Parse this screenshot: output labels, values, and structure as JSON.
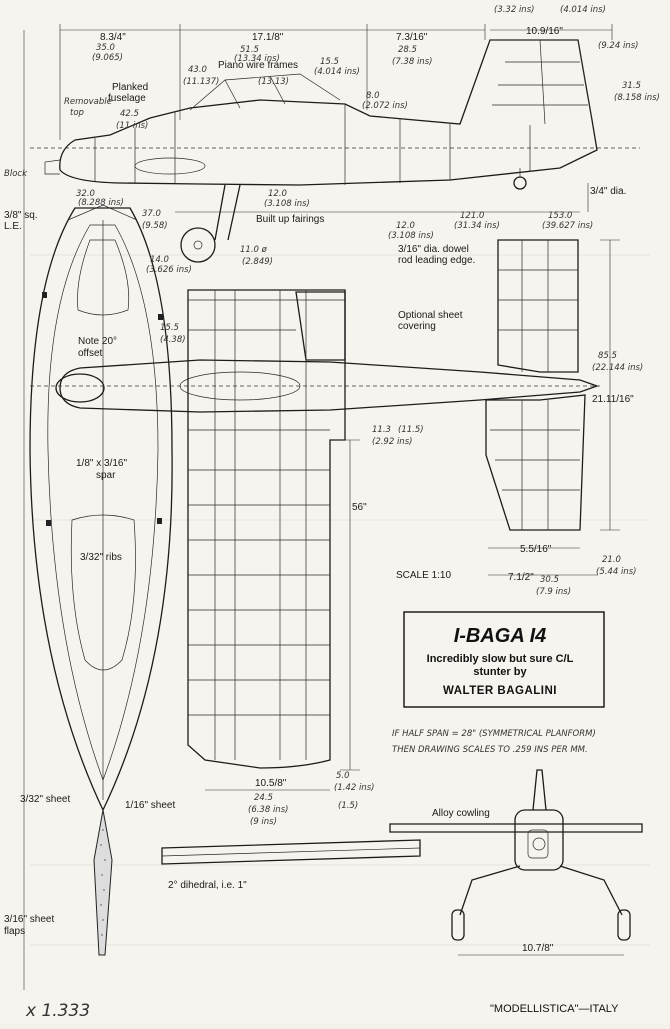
{
  "title": {
    "name": "I-BAGA I4",
    "subtitle_line1": "Incredibly slow but sure C/L",
    "subtitle_line2": "stunter by",
    "author": "WALTER BAGALINI"
  },
  "credit": "\"MODELLISTICA\"—ITALY",
  "scale": "SCALE 1:10",
  "annotations": {
    "planked_fuselage_1": "Planked",
    "planked_fuselage_2": "fuselage",
    "piano_wire_frames": "Piano wire frames",
    "built_up_fairings": "Built up fairings",
    "wheel_dia": "3/4\" dia.",
    "le_sq_1": "3/8\" sq.",
    "le_sq_2": "L.E.",
    "dowel_1": "3/16\" dia. dowel",
    "dowel_2": "rod leading edge.",
    "optional_sheet_1": "Optional sheet",
    "optional_sheet_2": "covering",
    "note_offset_1": "Note 20°",
    "note_offset_2": "offset",
    "spar_1": "1/8\" x 3/16\"",
    "spar_2": "spar",
    "ribs": "3/32\" ribs",
    "sheet_332": "3/32\" sheet",
    "sheet_116": "1/16\" sheet",
    "flaps_1": "3/16\" sheet",
    "flaps_2": "flaps",
    "dihedral": "2° dihedral, i.e. 1\"",
    "alloy_cowling": "Alloy cowling"
  },
  "dimensions": {
    "d_834": "8.3/4\"",
    "d_1718": "17.1/8\"",
    "d_7316": "7.3/16\"",
    "d_10916": "10.9/16\"",
    "d_56": "56\"",
    "d_211116": "21.11/16\"",
    "d_5516": "5.5/16\"",
    "d_712": "7.1/2\"",
    "d_1058": "10.5/8\"",
    "d_1078": "10.7/8\""
  },
  "handwritten": {
    "h1": "35.0",
    "h2": "(9.065)",
    "h3": "51.5",
    "h4": "(13.34 ins)",
    "h5": "(13.13)",
    "h6": "43.0",
    "h7": "(11.137)",
    "h8": "28.5",
    "h9": "(7.38 ins)",
    "h10": "15.5",
    "h11": "(4.014 ins)",
    "h12": "8.0",
    "h13": "(2.072 ins)",
    "h14": "(9.24 ins)",
    "h15": "31.5",
    "h16": "(8.158 ins)",
    "h17": "42.5",
    "h18": "(11 ins)",
    "h19": "Removable",
    "h20": "top",
    "h21": "Block",
    "h22": "12.0",
    "h23": "(3.108 ins)",
    "h24": "121.0",
    "h25": "(31.34 ins)",
    "h26": "153.0",
    "h27": "(39.627 ins)",
    "h28": "32.0",
    "h29": "(8.288 ins)",
    "h30": "37.0",
    "h31": "(9.58)",
    "h32": "14.0",
    "h33": "(3.626 ins)",
    "h34": "11.0 ø",
    "h35": "(2.849)",
    "h36": "85.5",
    "h37": "(22.144 ins)",
    "h38": "11.3",
    "h39": "(2.92 ins)",
    "h40": "(11.5)",
    "h41": "21.0",
    "h42": "(5.44 ins)",
    "h43": "30.5",
    "h44": "(7.9 ins)",
    "h45": "5.0",
    "h46": "(1.42 ins)",
    "h47": "(1.5)",
    "h48": "24.5",
    "h49": "(6.38 ins)",
    "h50": "(9 ins)",
    "h51": "15.5",
    "h52": "(4.38)",
    "h53": "IF HALF SPAN = 28\" (SYMMETRICAL PLANFORM)",
    "h54": "THEN DRAWING SCALES TO .259 INS PER MM.",
    "h55": "x 1.333",
    "h56": "(3.32 ins)",
    "h57": "(4.014 ins)"
  }
}
